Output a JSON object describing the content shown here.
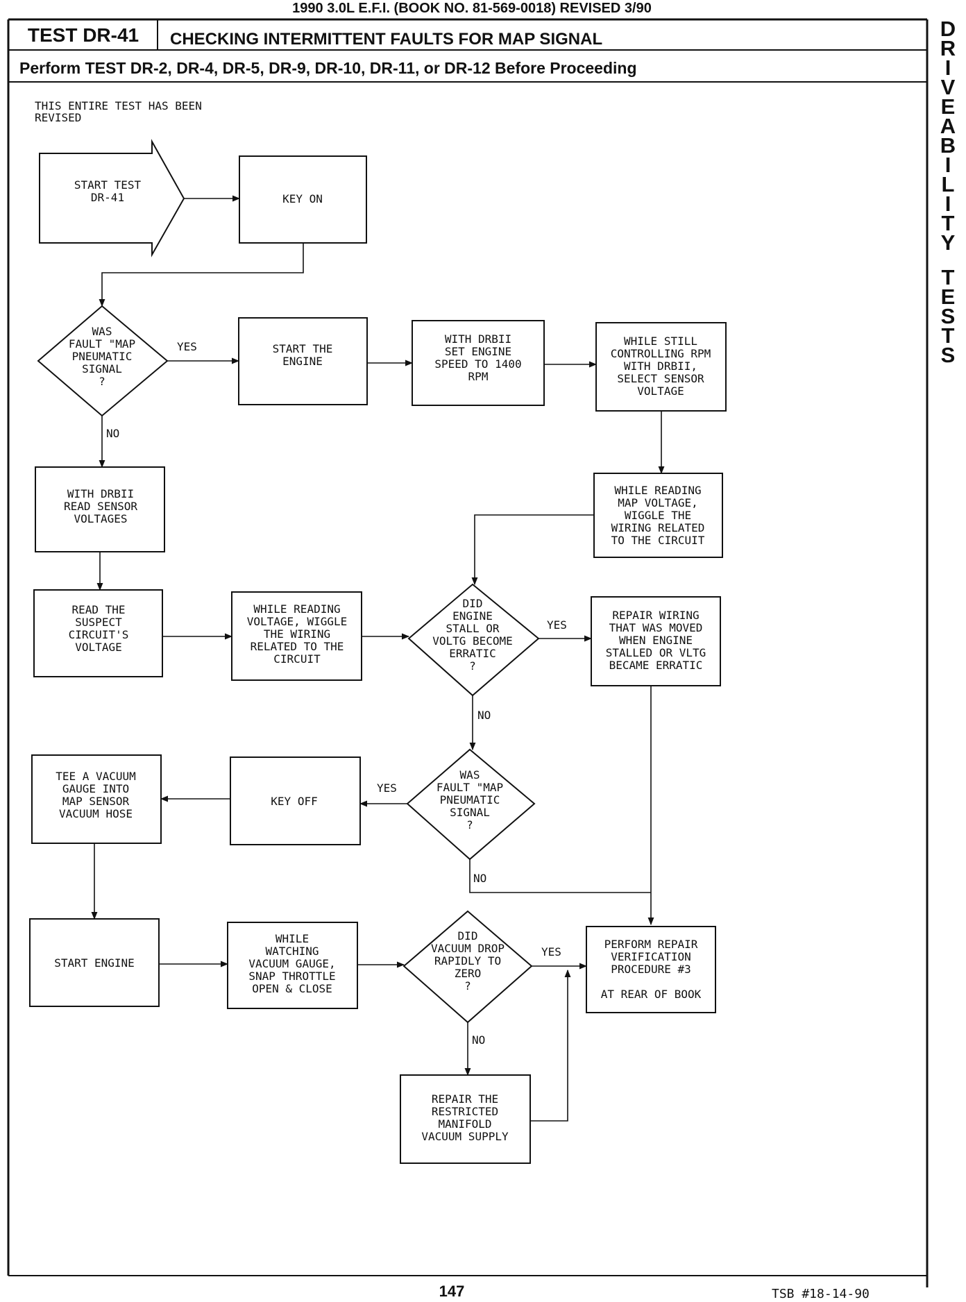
{
  "header": {
    "top_line": "1990 3.0L E.F.I. (BOOK NO. 81-569-0018)   REVISED 3/90",
    "test_id": "TEST DR-41",
    "title": "CHECKING INTERMITTENT FAULTS FOR MAP SIGNAL",
    "prerequisite": "Perform TEST DR-2, DR-4, DR-5, DR-9, DR-10, DR-11, or DR-12  Before Proceeding"
  },
  "note": [
    "THIS ENTIRE TEST HAS BEEN",
    "REVISED"
  ],
  "side_title": [
    "DRIVEABILITY",
    "TESTS"
  ],
  "footer": {
    "page_number": "147",
    "tsb": "TSB #18-14-90"
  },
  "nodes": {
    "start": [
      "START TEST",
      "DR-41"
    ],
    "key_on": [
      "KEY ON"
    ],
    "fault_pneumatic_1": [
      "WAS",
      "FAULT \"MAP",
      "PNEUMATIC",
      "SIGNAL",
      "?"
    ],
    "start_engine_1": [
      "START THE",
      "ENGINE"
    ],
    "set_speed": [
      "WITH DRBII",
      "SET ENGINE",
      "SPEED TO 1400",
      "RPM"
    ],
    "select_voltage": [
      "WHILE STILL",
      "CONTROLLING RPM",
      "WITH DRBII,",
      "SELECT SENSOR",
      "VOLTAGE"
    ],
    "read_voltages": [
      "WITH DRBII",
      "READ SENSOR",
      "VOLTAGES"
    ],
    "wiggle_map": [
      "WHILE READING",
      "MAP VOLTAGE,",
      "WIGGLE THE",
      "WIRING RELATED",
      "TO THE CIRCUIT"
    ],
    "read_suspect": [
      "READ THE",
      "SUSPECT",
      "CIRCUIT'S",
      "VOLTAGE"
    ],
    "wiggle_wiring": [
      "WHILE READING",
      "VOLTAGE, WIGGLE",
      "THE WIRING",
      "RELATED TO THE",
      "CIRCUIT"
    ],
    "stall_decision": [
      "DID",
      "ENGINE",
      "STALL OR",
      "VOLTG BECOME",
      "ERRATIC",
      "?"
    ],
    "repair_wiring": [
      "REPAIR WIRING",
      "THAT WAS MOVED",
      "WHEN ENGINE",
      "STALLED OR VLTG",
      "BECAME ERRATIC"
    ],
    "tee_gauge": [
      "TEE A VACUUM",
      "GAUGE INTO",
      "MAP SENSOR",
      "VACUUM HOSE"
    ],
    "key_off": [
      "KEY OFF"
    ],
    "fault_pneumatic_2": [
      "WAS",
      "FAULT \"MAP",
      "PNEUMATIC",
      "SIGNAL",
      "?"
    ],
    "start_engine_2": [
      "START ENGINE"
    ],
    "snap_throttle": [
      "WHILE",
      "WATCHING",
      "VACUUM GAUGE,",
      "SNAP THROTTLE",
      "OPEN & CLOSE"
    ],
    "vacuum_drop": [
      "DID",
      "VACUUM DROP",
      "RAPIDLY TO",
      "ZERO",
      "?"
    ],
    "repair_verification": [
      "PERFORM REPAIR",
      "VERIFICATION",
      "PROCEDURE #3",
      "",
      "AT REAR OF BOOK"
    ],
    "repair_vacuum": [
      "REPAIR THE",
      "RESTRICTED",
      "MANIFOLD",
      "VACUUM SUPPLY"
    ]
  },
  "labels": {
    "yes_1": "YES",
    "no_1": "NO",
    "yes_2": "YES",
    "no_2": "NO",
    "yes_3": "YES",
    "no_3": "NO",
    "yes_4": "YES",
    "no_4": "NO"
  }
}
